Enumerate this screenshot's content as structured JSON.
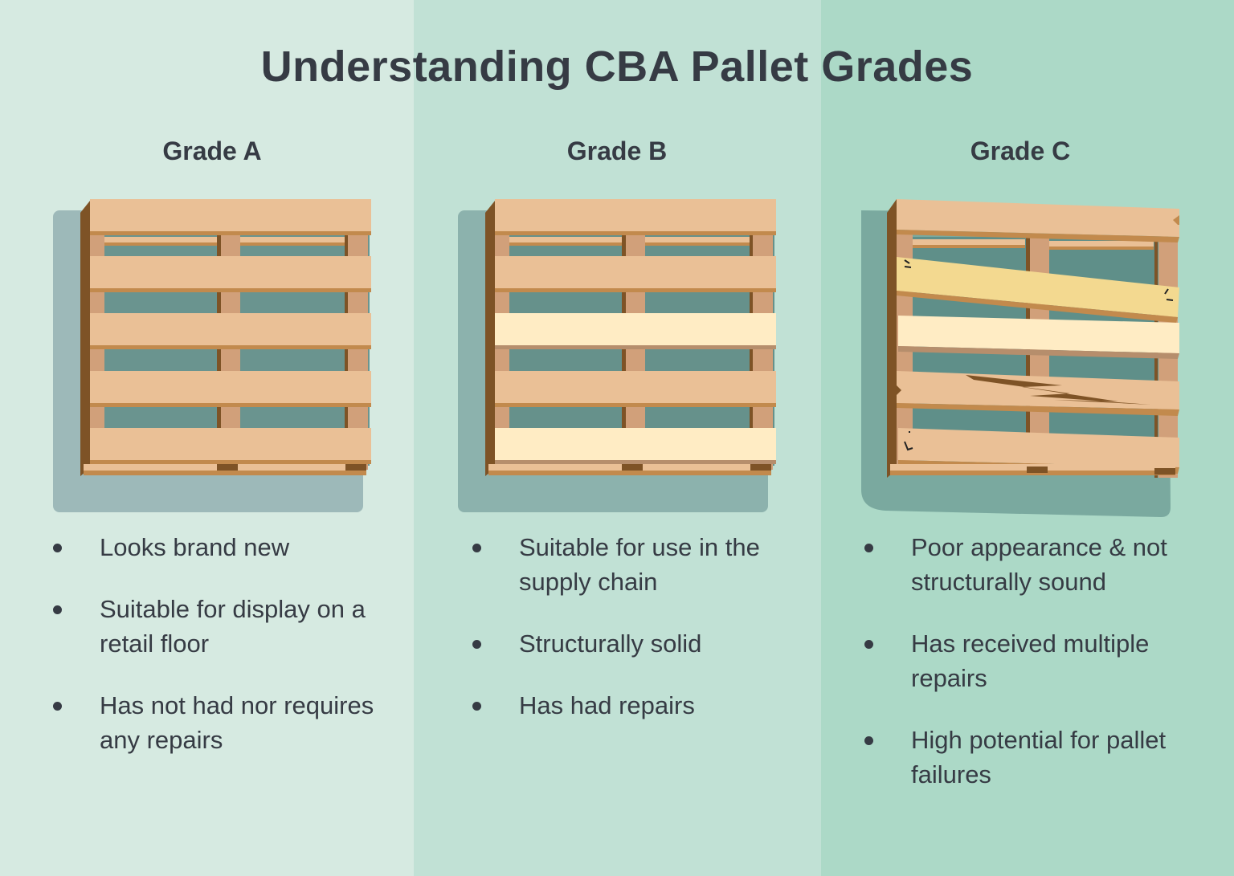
{
  "title": "Understanding CBA Pallet Grades",
  "colors": {
    "col_a_bg": "#d6eae1",
    "col_b_bg": "#c1e1d5",
    "col_c_bg": "#acd9c7",
    "text": "#363b44",
    "wood": "#eac096",
    "wood_edge": "#c28a4d",
    "wood_dark": "#7e5326",
    "block": "#d1a07a",
    "new_board": "#ffecc4",
    "repair_board": "#f3d990",
    "gap": "#6a948f",
    "shadow_a": "#9db9b9",
    "shadow_b": "#8cb2ad",
    "shadow_c": "#7aa99f"
  },
  "grades": [
    {
      "label": "Grade A",
      "bullets": [
        "Looks brand new",
        "Suitable for display on a retail floor",
        "Has not had nor requires any repairs"
      ]
    },
    {
      "label": "Grade B",
      "bullets": [
        "Suitable for use in the supply chain",
        "Structurally solid",
        "Has had repairs"
      ]
    },
    {
      "label": "Grade C",
      "bullets": [
        "Poor appearance & not structurally sound",
        "Has received multiple repairs",
        "High potential for pallet failures"
      ]
    }
  ]
}
